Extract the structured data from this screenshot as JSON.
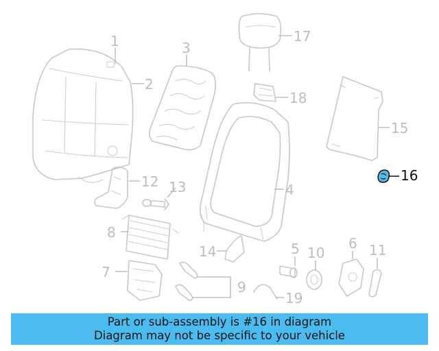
{
  "callouts": {
    "c1": "1",
    "c2": "2",
    "c3": "3",
    "c4": "4",
    "c5": "5",
    "c6": "6",
    "c7": "7",
    "c8": "8",
    "c9": "9",
    "c10": "10",
    "c11": "11",
    "c12": "12",
    "c13": "13",
    "c14": "14",
    "c15": "15",
    "c16": "16",
    "c17": "17",
    "c18": "18",
    "c19": "19"
  },
  "highlight": {
    "part": "16",
    "color": "#5ab8e8"
  },
  "banner": {
    "line1": "Part or sub-assembly is #16 in diagram",
    "line2": "Diagram may not be specific to your vehicle",
    "bg_color": "#4bbcf0"
  }
}
